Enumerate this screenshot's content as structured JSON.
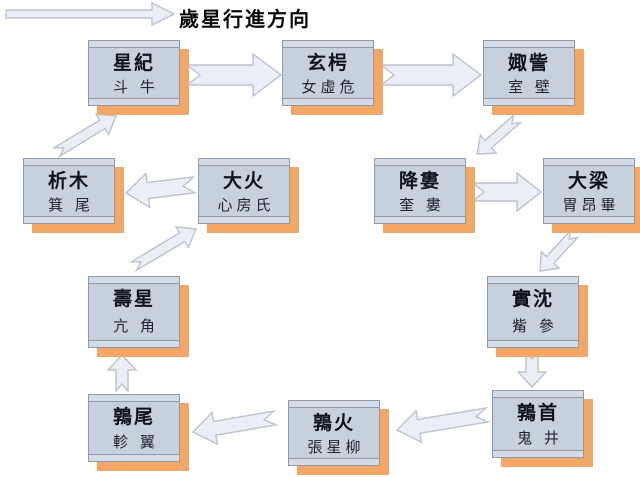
{
  "title": "歲星行進方向",
  "diagram": {
    "stations": [
      {
        "name": "星紀",
        "mansions": "斗 牛"
      },
      {
        "name": "玄枵",
        "mansions": "女虛危"
      },
      {
        "name": "娵訾",
        "mansions": "室 壁"
      },
      {
        "name": "降婁",
        "mansions": "奎 婁"
      },
      {
        "name": "大梁",
        "mansions": "胃昂畢"
      },
      {
        "name": "實沈",
        "mansions": "觜 參"
      },
      {
        "name": "鶉首",
        "mansions": "鬼 井"
      },
      {
        "name": "鶉火",
        "mansions": "張星柳"
      },
      {
        "name": "鶉尾",
        "mansions": "軫 翼"
      },
      {
        "name": "壽星",
        "mansions": "亢 角"
      },
      {
        "name": "大火",
        "mansions": "心房氏"
      },
      {
        "name": "析木",
        "mansions": "箕 尾"
      }
    ],
    "flow_sequence": [
      "星紀",
      "玄枵",
      "娵訾",
      "降婁",
      "大梁",
      "實沈",
      "鶉首",
      "鶉火",
      "鶉尾",
      "壽星",
      "大火",
      "析木",
      "星紀"
    ]
  },
  "colors": {
    "box_fill": "#C7D1DD",
    "box_strip": "#D4DCE6",
    "box_border": "#8F99AB",
    "box_shadow": "#F3A766",
    "arrow_fill": "#EBEEF5",
    "arrow_stroke": "#BCC2CE",
    "title_color": "#0a0a0a"
  }
}
